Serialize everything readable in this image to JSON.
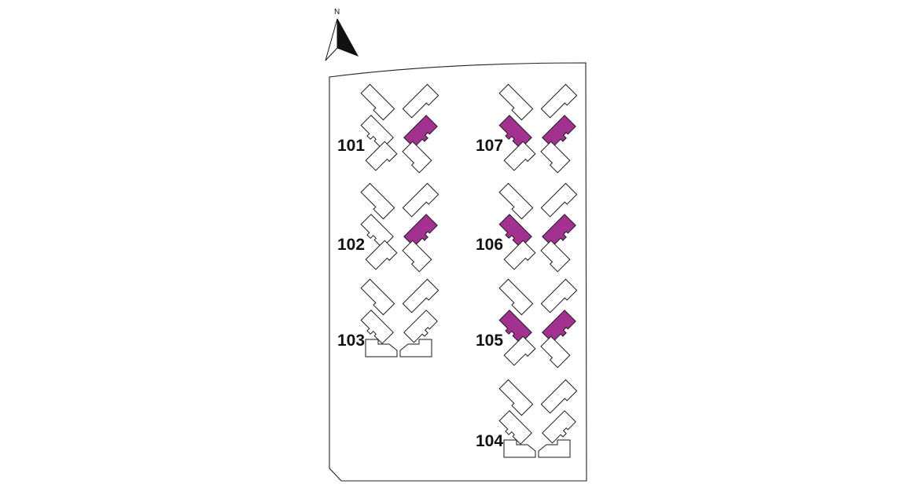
{
  "north_label": "N",
  "colors": {
    "highlight": "#a3318f",
    "building_fill": "#ffffff",
    "outline": "#1a1a1a"
  },
  "blocks": [
    {
      "label": "101",
      "kind": "v",
      "highlighted": [
        "right-mid"
      ]
    },
    {
      "label": "102",
      "kind": "v",
      "highlighted": [
        "right-mid"
      ]
    },
    {
      "label": "103",
      "kind": "v-base",
      "highlighted": []
    },
    {
      "label": "107",
      "kind": "v",
      "highlighted": [
        "left-mid",
        "right-mid"
      ]
    },
    {
      "label": "106",
      "kind": "v",
      "highlighted": [
        "left-mid",
        "right-mid"
      ]
    },
    {
      "label": "105",
      "kind": "v",
      "highlighted": [
        "left-mid",
        "right-mid"
      ]
    },
    {
      "label": "104",
      "kind": "v-base",
      "highlighted": []
    }
  ]
}
